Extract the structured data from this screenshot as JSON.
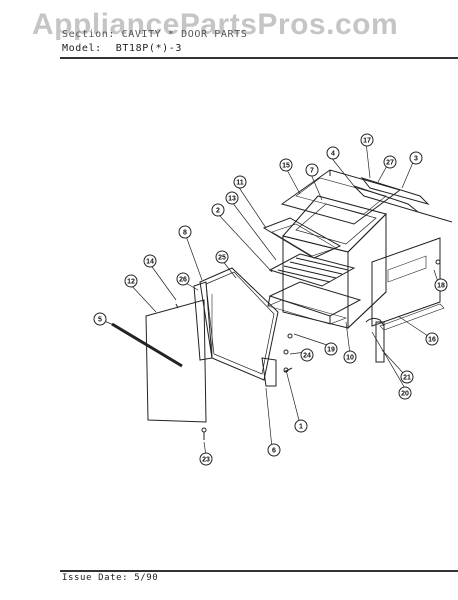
{
  "watermark": "AppliancePartsPros.com",
  "header": {
    "section_text": "Section: CAVITY * DOOR PARTS",
    "model_label": "Model:",
    "model_value": "BT18P(*)-3"
  },
  "footer": {
    "issue_date": "Issue Date: 5/90"
  },
  "callouts": {
    "c1": "1",
    "c2": "2",
    "c3": "3",
    "c4": "4",
    "c5": "5",
    "c6": "6",
    "c7": "7",
    "c8": "8",
    "c10": "10",
    "c11": "11",
    "c12": "12",
    "c13": "13",
    "c14": "14",
    "c15": "15",
    "c16": "16",
    "c17": "17",
    "c18": "18",
    "c19": "19",
    "c20": "20",
    "c21": "21",
    "c23": "23",
    "c24": "24",
    "c25": "25",
    "c26": "26",
    "c27": "27"
  }
}
